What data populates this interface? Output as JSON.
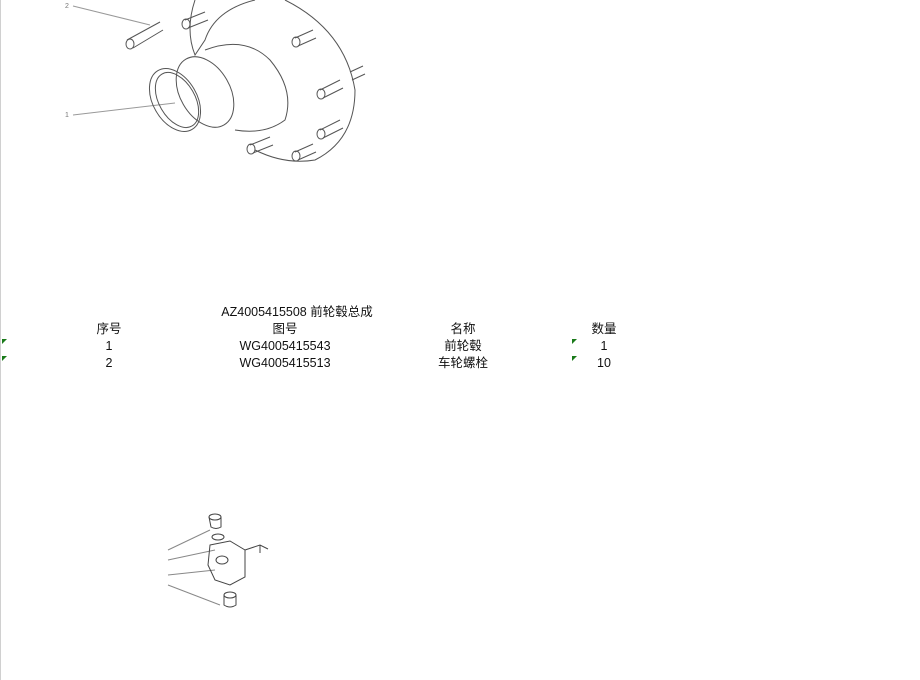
{
  "sheet": {
    "title": "AZ4005415508 前轮毂总成",
    "headers": [
      "序号",
      "图号",
      "名称",
      "数量"
    ],
    "rows": [
      {
        "no": "1",
        "part": "WG4005415543",
        "name": "前轮毂",
        "qty": "1"
      },
      {
        "no": "2",
        "part": "WG4005415513",
        "name": "车轮螺栓",
        "qty": "10"
      }
    ],
    "drawing_callouts": [
      "1",
      "2"
    ]
  },
  "colors": {
    "error_indicator": "#1a7a1a"
  }
}
